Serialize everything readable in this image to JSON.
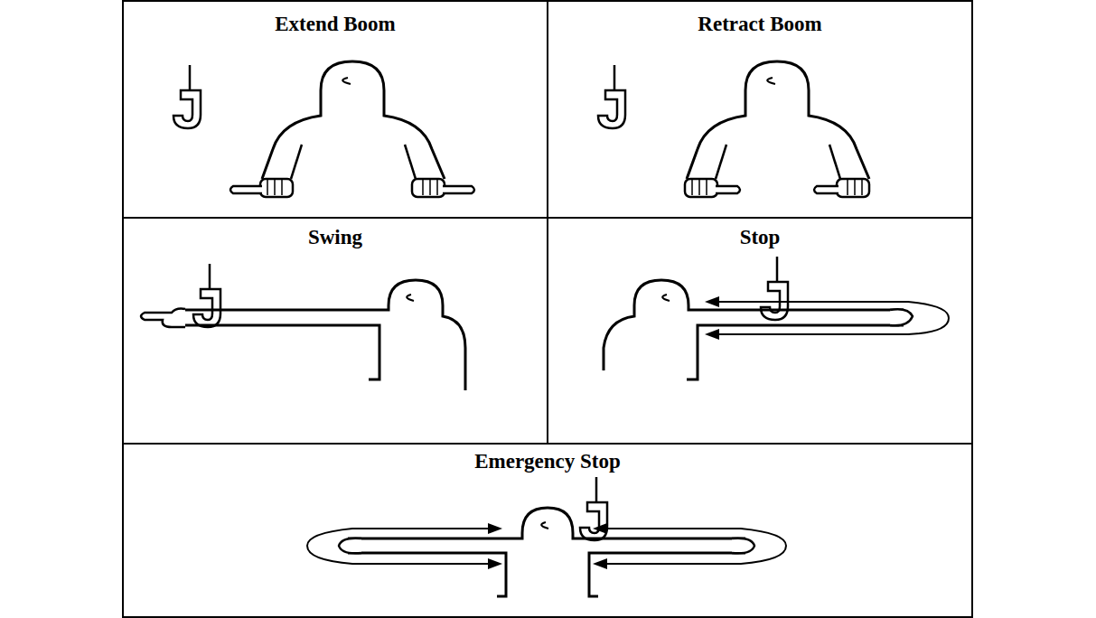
{
  "diagram": {
    "nodes": [
      {
        "text": [
          "Extend Boom"
        ]
      },
      {
        "text": [
          "Retract Boom"
        ]
      },
      {
        "text": [
          "Swing"
        ]
      },
      {
        "text": [
          "Stop"
        ]
      },
      {
        "text": [
          "Emergency Stop"
        ]
      }
    ]
  }
}
